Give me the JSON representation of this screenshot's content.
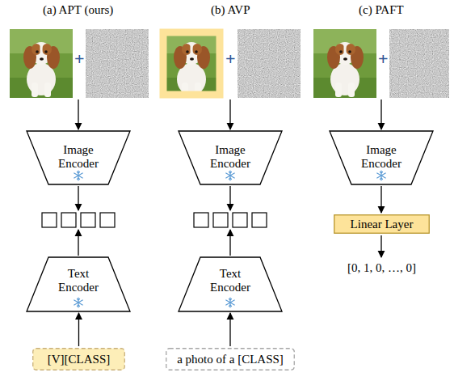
{
  "diagram": {
    "nodes": [
      {
        "text": [
          "Image Encoder"
        ]
      },
      {
        "text": [
          "Image Encoder"
        ]
      },
      {
        "text": [
          "Image Encoder"
        ]
      },
      {
        "text": [
          "Text Encoder"
        ]
      },
      {
        "text": [
          "Text Encoder"
        ]
      },
      {
        "text": [
          "Linear Layer"
        ]
      },
      {
        "text": [
          "[V][CLASS]"
        ]
      },
      {
        "text": [
          "a photo of a [CLASS]"
        ]
      }
    ],
    "edges": [
      {
        "from": 6,
        "to": 3,
        "arrow": "to"
      },
      {
        "from": 7,
        "to": 4,
        "arrow": "to"
      },
      {
        "from": 2,
        "to": 5,
        "arrow": "to"
      }
    ],
    "labels": [
      "(a) APT (ours)",
      "(b) AVP",
      "(c) PAFT",
      "+",
      "+",
      "+",
      "[0, 1, 0, …, 0]"
    ]
  }
}
